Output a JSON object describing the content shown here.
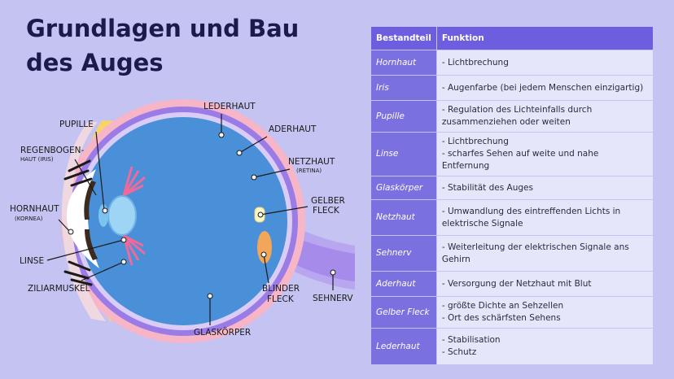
{
  "title": {
    "line1": "Grundlagen und Bau",
    "line2": "des Auges"
  },
  "diagram": {
    "labels": {
      "pupille": "PUPILLE",
      "lederhaut": "LEDERHAUT",
      "aderhaut": "ADERHAUT",
      "regenbogen_1": "REGENBOGEN-",
      "regenbogen_2": "HAUT (IRIS)",
      "netzhaut": "NETZHAUT",
      "netzhaut_sub": "(RETINA)",
      "gelber_1": "GELBER",
      "gelber_2": "FLECK",
      "hornhaut": "HORNHAUT",
      "hornhaut_sub": "(KORNEA)",
      "linse": "LINSE",
      "blinder_1": "BLINDER",
      "blinder_2": "FLECK",
      "sehnerv": "SEHNERV",
      "ziliar": "ZILIARMUSKEL",
      "glaskoerper": "GLASKÖRPER"
    }
  },
  "table": {
    "header": {
      "col1": "Bestandteil",
      "col2": "Funktion"
    },
    "rows": [
      {
        "name": "Hornhaut",
        "lines": [
          "- Lichtbrechung"
        ]
      },
      {
        "name": "Iris",
        "lines": [
          "- Augenfarbe (bei jedem Menschen einzigartig)"
        ]
      },
      {
        "name": "Pupille",
        "lines": [
          "- Regulation des Lichteinfalls durch",
          "zusammenziehen oder weiten"
        ]
      },
      {
        "name": "Linse",
        "lines": [
          "- Lichtbrechung",
          "- scharfes Sehen auf weite und nahe Entfernung"
        ]
      },
      {
        "name": "Glaskörper",
        "lines": [
          "- Stabilität des Auges"
        ]
      },
      {
        "name": "Netzhaut",
        "lines": [
          "- Umwandlung des eintreffenden Lichts in",
          "elektrische Signale"
        ]
      },
      {
        "name": "Sehnerv",
        "lines": [
          "- Weiterleitung der elektrischen Signale ans",
          "Gehirn"
        ]
      },
      {
        "name": "Aderhaut",
        "lines": [
          "- Versorgung der Netzhaut mit Blut"
        ]
      },
      {
        "name": "Gelber Fleck",
        "lines": [
          "- größte Dichte an Sehzellen",
          "- Ort des schärfsten Sehens"
        ]
      },
      {
        "name": "Lederhaut",
        "lines": [
          "- Stabilisation",
          "- Schutz"
        ]
      }
    ]
  },
  "colors": {
    "background": "#c4c3f2",
    "title": "#1a1b4b",
    "header": "#6d5ee0",
    "name_cell": "#7b70e0",
    "func_cell": "#e6e6fb",
    "vitreous": "#4a90d9",
    "sclera": "#f6b6c8",
    "choroid": "#9b7be6",
    "ciliary": "#f7d36b"
  }
}
